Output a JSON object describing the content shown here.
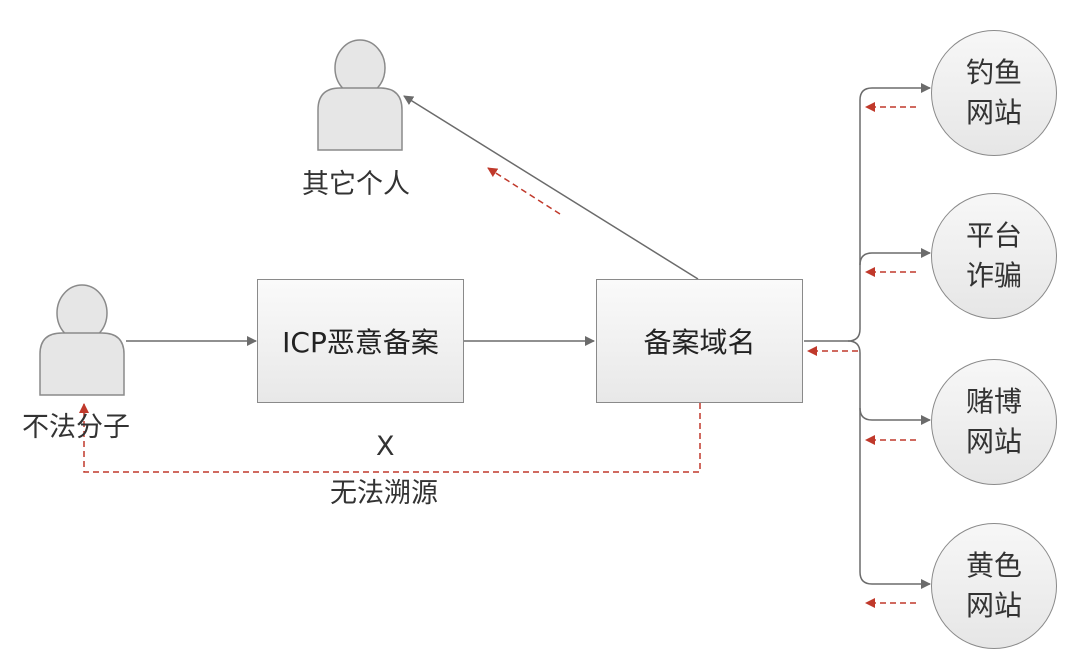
{
  "people": {
    "criminal": "不法分子",
    "others": "其它个人"
  },
  "boxes": {
    "malicious_filing": "ICP恶意备案",
    "registered_domain": "备案域名"
  },
  "trace": {
    "mark": "X",
    "text": "无法溯源"
  },
  "targets": [
    {
      "line1": "钓鱼",
      "line2": "网站"
    },
    {
      "line1": "平台",
      "line2": "诈骗"
    },
    {
      "line1": "赌博",
      "line2": "网站"
    },
    {
      "line1": "黄色",
      "line2": "网站"
    }
  ],
  "colors": {
    "line": "#6b6b6b",
    "dashed": "#c0392b",
    "person_fill": "#e6e6e6"
  }
}
